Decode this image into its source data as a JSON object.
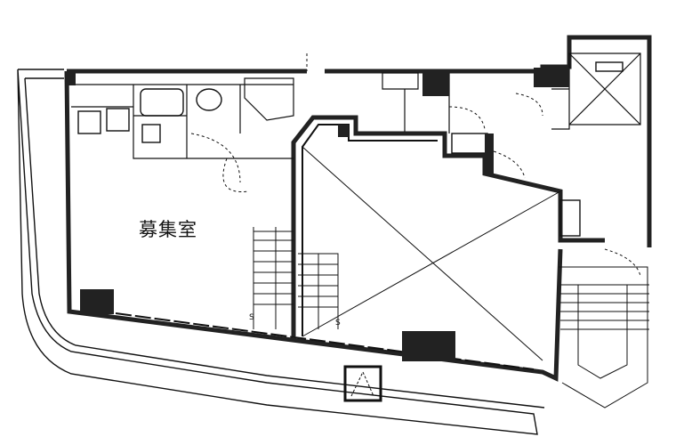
{
  "floor_plan": {
    "room_label": "募集室",
    "stair_marks": [
      "S",
      "S"
    ],
    "colors": {
      "wall": "#222222",
      "line": "#111111",
      "background": "#ffffff"
    }
  }
}
